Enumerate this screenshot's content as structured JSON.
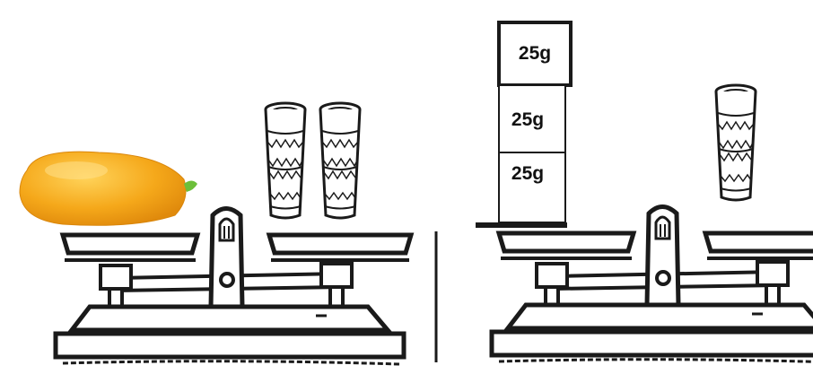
{
  "left_panel": {
    "left_pan_item": "papaya",
    "right_pan_items": [
      "ceramic-cup",
      "ceramic-cup"
    ]
  },
  "right_panel": {
    "weights": [
      {
        "label": "25g"
      },
      {
        "label": "25g"
      },
      {
        "label": "25g"
      }
    ],
    "right_pan_items": [
      "ceramic-cup"
    ]
  },
  "colors": {
    "papaya": "#f5a81a",
    "papaya_highlight": "#ffd35a",
    "papaya_stem": "#6cbf3a",
    "line": "#1a1a1a"
  }
}
